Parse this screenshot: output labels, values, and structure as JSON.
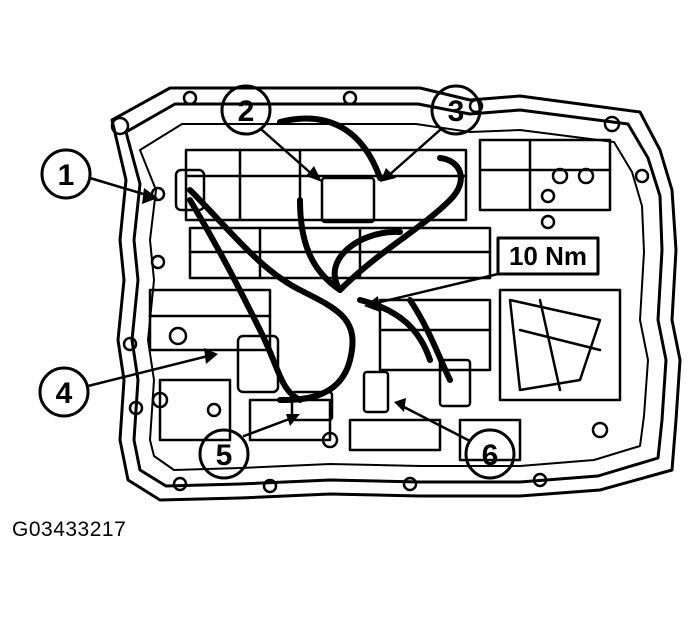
{
  "callouts": [
    "1",
    "2",
    "3",
    "4",
    "5",
    "6"
  ],
  "torque_label": "10 Nm",
  "figure_id": "G03433217"
}
